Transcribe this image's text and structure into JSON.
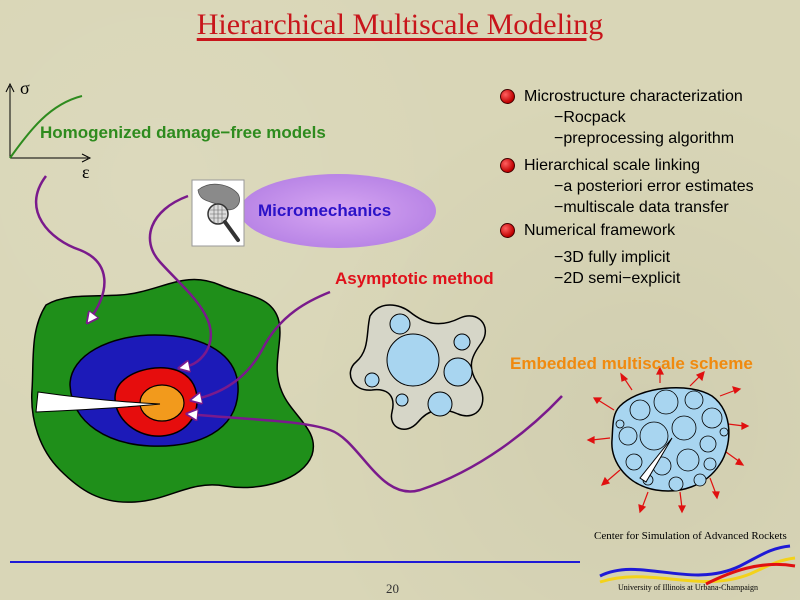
{
  "title": "Hierarchical Multiscale Modeling",
  "axes": {
    "y_label": "σ",
    "x_label": "ε"
  },
  "labels": {
    "homogenized": "Homogenized damage−free models",
    "micromechanics": "Micromechanics",
    "asymptotic": "Asymptotic method",
    "embedded": "Embedded multiscale scheme"
  },
  "bullets": [
    {
      "label": "Microstructure characterization",
      "subs": [
        "−Rocpack",
        "−preprocessing algorithm"
      ]
    },
    {
      "label": "Hierarchical scale linking",
      "subs": [
        "−a posteriori error estimates",
        "−multiscale data transfer"
      ]
    },
    {
      "label": "Numerical framework",
      "subs": [
        "−3D fully implicit",
        "−2D semi−explicit"
      ]
    }
  ],
  "footer": {
    "page_number": "20",
    "center": "Center for Simulation of Advanced Rockets",
    "university": "University of Illinois at Urbana-Champaign"
  },
  "colors": {
    "title": "#c8151b",
    "homogenized_text": "#2e8b1e",
    "micromechanics_text": "#2b12c8",
    "asymptotic_text": "#e0101a",
    "embedded_text": "#f08a0f",
    "arrow_curve": "#7a1a8c",
    "outer_region": "#1f8f1a",
    "middle_region": "#1c1ab8",
    "inner_region": "#e60d0d",
    "core_region": "#f29a1c",
    "particle": "#a8d5f0",
    "footer_line": "#1f1ad6"
  }
}
